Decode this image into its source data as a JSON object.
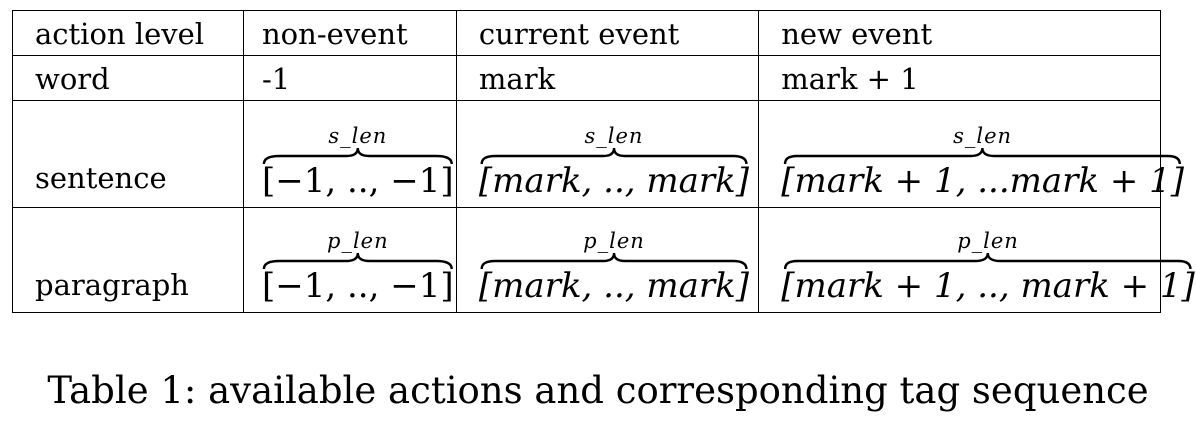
{
  "table": {
    "headers": [
      "action level",
      "non-event",
      "current event",
      "new event"
    ],
    "word_row": {
      "label": "word",
      "non_event": "-1",
      "current_event": "mark",
      "new_event": "mark + 1"
    },
    "sentence_row": {
      "label": "sentence",
      "brace_label": "s_len",
      "non_event": "[−1, .., −1]",
      "current_event": "[mark, .., mark]",
      "new_event": "[mark + 1, ...mark + 1]"
    },
    "paragraph_row": {
      "label": "paragraph",
      "brace_label": "p_len",
      "non_event": "[−1, .., −1]",
      "current_event": "[mark, .., mark]",
      "new_event": "[mark + 1, .., mark + 1]"
    }
  },
  "caption": "Table 1: available actions and corresponding tag sequence"
}
